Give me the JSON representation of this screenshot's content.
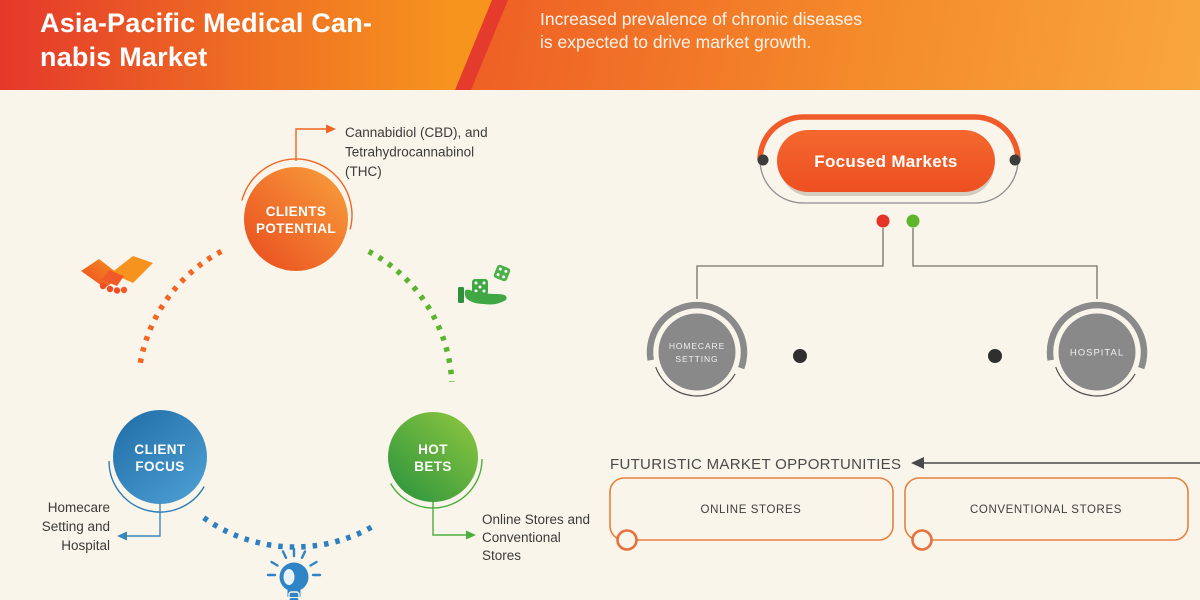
{
  "header": {
    "title_lines": [
      "Asia-Pacific Medical Can-",
      "nabis Market"
    ],
    "subtitle_lines": [
      "Increased prevalence of chronic diseases",
      "is expected to drive market growth."
    ]
  },
  "cycle": {
    "top_node": {
      "label_lines": [
        "CLIENTS",
        "POTENTIAL"
      ],
      "note_lines": [
        "Cannabidiol (CBD), and",
        "Tetrahydrocannabinol",
        "(THC)"
      ]
    },
    "left_node": {
      "label_lines": [
        "CLIENT",
        "FOCUS"
      ],
      "note_lines": [
        "Homecare",
        "Setting and",
        "Hospital"
      ]
    },
    "right_node": {
      "label_lines": [
        "HOT",
        "BETS"
      ],
      "note_lines": [
        "Online Stores and",
        "Conventional",
        "Stores"
      ]
    },
    "icons": [
      "handshake-icon",
      "dice-in-hand-icon",
      "lightbulb-icon"
    ]
  },
  "focused_markets": {
    "title": "Focused Markets",
    "branches": [
      {
        "label_lines": [
          "HOMECARE",
          "SETTING"
        ]
      },
      {
        "label_lines": [
          "HOSPITAL"
        ]
      }
    ]
  },
  "opportunities": {
    "heading": "FUTURISTIC MARKET OPPORTUNITIES",
    "items": [
      {
        "label": "ONLINE STORES"
      },
      {
        "label": "CONVENTIONAL STORES"
      }
    ]
  },
  "colors": {
    "background": "#faf5ea",
    "header_red": "#e5382b",
    "header_orange": "#f7941e",
    "accent_orange": "#f15b2b",
    "accent_blue": "#2e7cb5",
    "accent_green": "#4cae3f",
    "neutral_gray": "#8a8a8a",
    "dot_red": "#e6332a",
    "dot_green": "#5fb52c"
  }
}
